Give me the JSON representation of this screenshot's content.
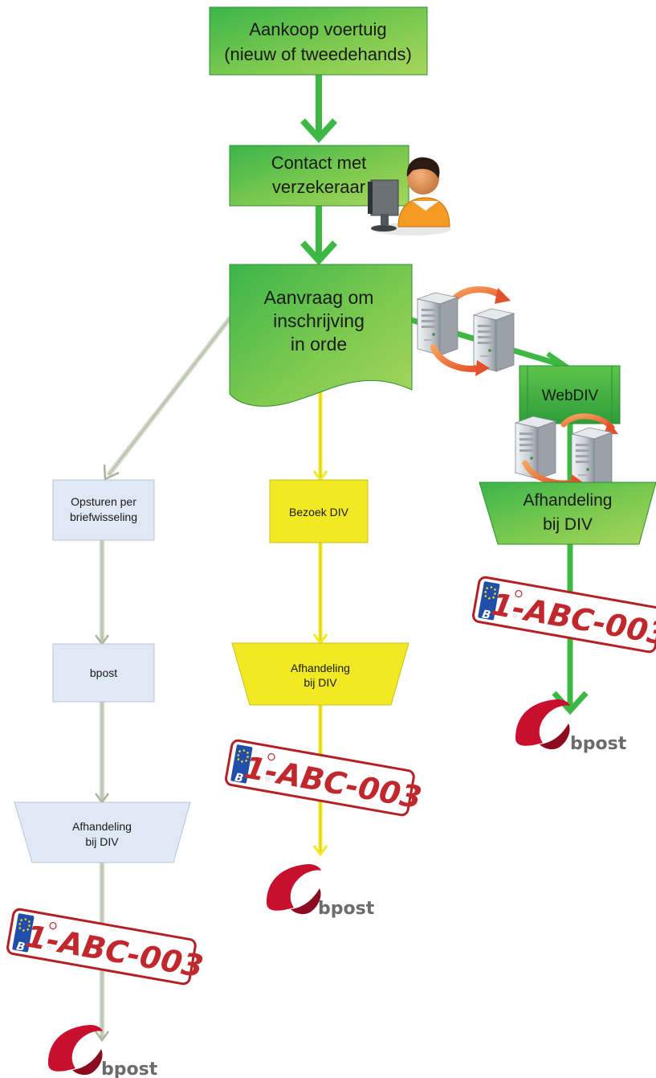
{
  "nodes": {
    "purchase": {
      "line1": "Aankoop voertuig",
      "line2": "(nieuw of tweedehands)"
    },
    "insurer": {
      "line1": "Contact met",
      "line2": "verzekeraar"
    },
    "request": {
      "line1": "Aanvraag om",
      "line2": "inschrijving",
      "line3": "in orde"
    },
    "mail": {
      "line1": "Opsturen per",
      "line2": "briefwisseling"
    },
    "bpost_step": {
      "label": "bpost"
    },
    "mail_processing": {
      "line1": "Afhandeling",
      "line2": "bij DIV"
    },
    "visit": {
      "label": "Bezoek DIV"
    },
    "visit_processing": {
      "line1": "Afhandeling",
      "line2": "bij DIV"
    },
    "webdiv": {
      "label": "WebDIV"
    },
    "web_processing": {
      "line1": "Afhandeling",
      "line2": "bij DIV"
    }
  },
  "plate": {
    "country": "B",
    "number": "1-ABC-003"
  },
  "logo": {
    "text": "bpost"
  },
  "colors": {
    "green": "#3db843",
    "green_light": "#8cd151",
    "yellow": "#f2ea24",
    "pale_blue": "#dfe8f4",
    "plate_red": "#c0282d",
    "eu_blue": "#1f4fa8",
    "logo_red": "#c8102e",
    "logo_grey": "#6b6b6b"
  }
}
